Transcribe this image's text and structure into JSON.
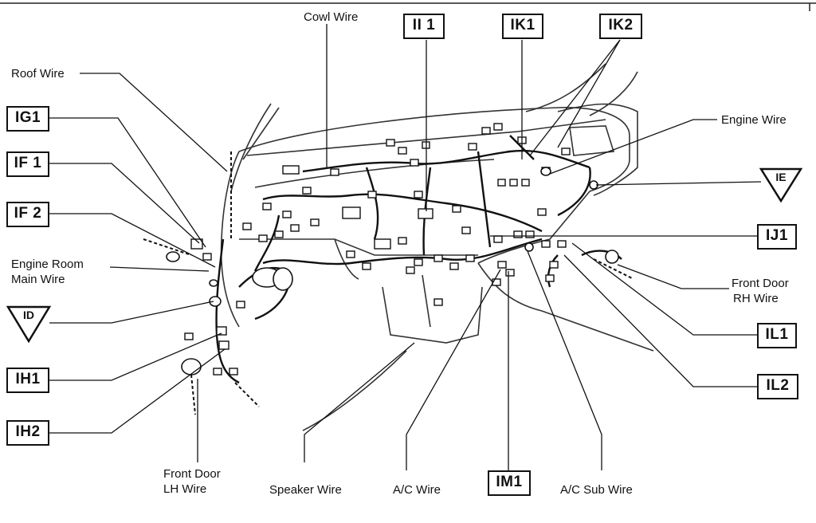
{
  "wire_labels": {
    "cowl": "Cowl Wire",
    "roof": "Roof Wire",
    "engine_room_main_1": "Engine Room",
    "engine_room_main_2": "Main Wire",
    "engine": "Engine Wire",
    "front_door_rh_1": "Front Door",
    "front_door_rh_2": "RH Wire",
    "front_door_lh_1": "Front Door",
    "front_door_lh_2": "LH Wire",
    "speaker": "Speaker Wire",
    "ac": "A/C Wire",
    "ac_sub": "A/C Sub Wire"
  },
  "connector_codes": {
    "ii1": "II 1",
    "ik1": "IK1",
    "ik2": "IK2",
    "ig1": "IG1",
    "if1": "IF 1",
    "if2": "IF 2",
    "ij1": "IJ1",
    "il1": "IL1",
    "il2": "IL2",
    "ih1": "IH1",
    "ih2": "IH2",
    "im1": "IM1"
  },
  "ground_points": {
    "ie": "IE",
    "id": "ID"
  }
}
